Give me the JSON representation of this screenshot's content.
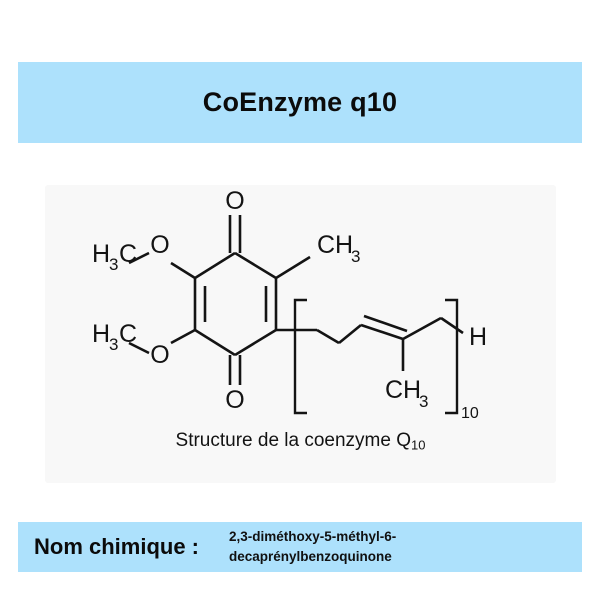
{
  "page": {
    "background_color": "#ffffff",
    "banner_color": "#ade1fc",
    "panel_color": "#f8f8f8",
    "ink_color": "#141414"
  },
  "title": {
    "text": "CoEnzyme q10"
  },
  "figure": {
    "caption_main": "Structure de la coenzyme Q",
    "caption_subscript": "10",
    "labels": {
      "oxygen_top": "O",
      "oxygen_bottom": "O",
      "methoxy_upper_h": "H",
      "methoxy_upper_h_sub": "3",
      "methoxy_upper_c": "C",
      "methoxy_upper_o": "O",
      "methoxy_lower_h": "H",
      "methoxy_lower_h_sub": "3",
      "methoxy_lower_c": "C",
      "methoxy_lower_o": "O",
      "ring_methyl": "CH",
      "ring_methyl_sub": "3",
      "chain_methyl": "CH",
      "chain_methyl_sub": "3",
      "terminal_hydrogen": "H",
      "repeat_count": "10"
    }
  },
  "chemical_name": {
    "label": "Nom chimique :",
    "value": "2,3-diméthoxy-5-méthyl-6-decaprénylbenzoquinone"
  }
}
